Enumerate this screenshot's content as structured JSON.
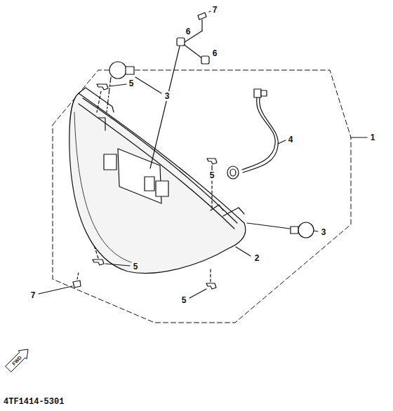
{
  "diagram": {
    "labels": [
      "7",
      "6",
      "6",
      "5",
      "3",
      "1",
      "4",
      "5",
      "3",
      "2",
      "5",
      "7",
      "5",
      "FWD",
      "4TF1414-5301"
    ]
  }
}
